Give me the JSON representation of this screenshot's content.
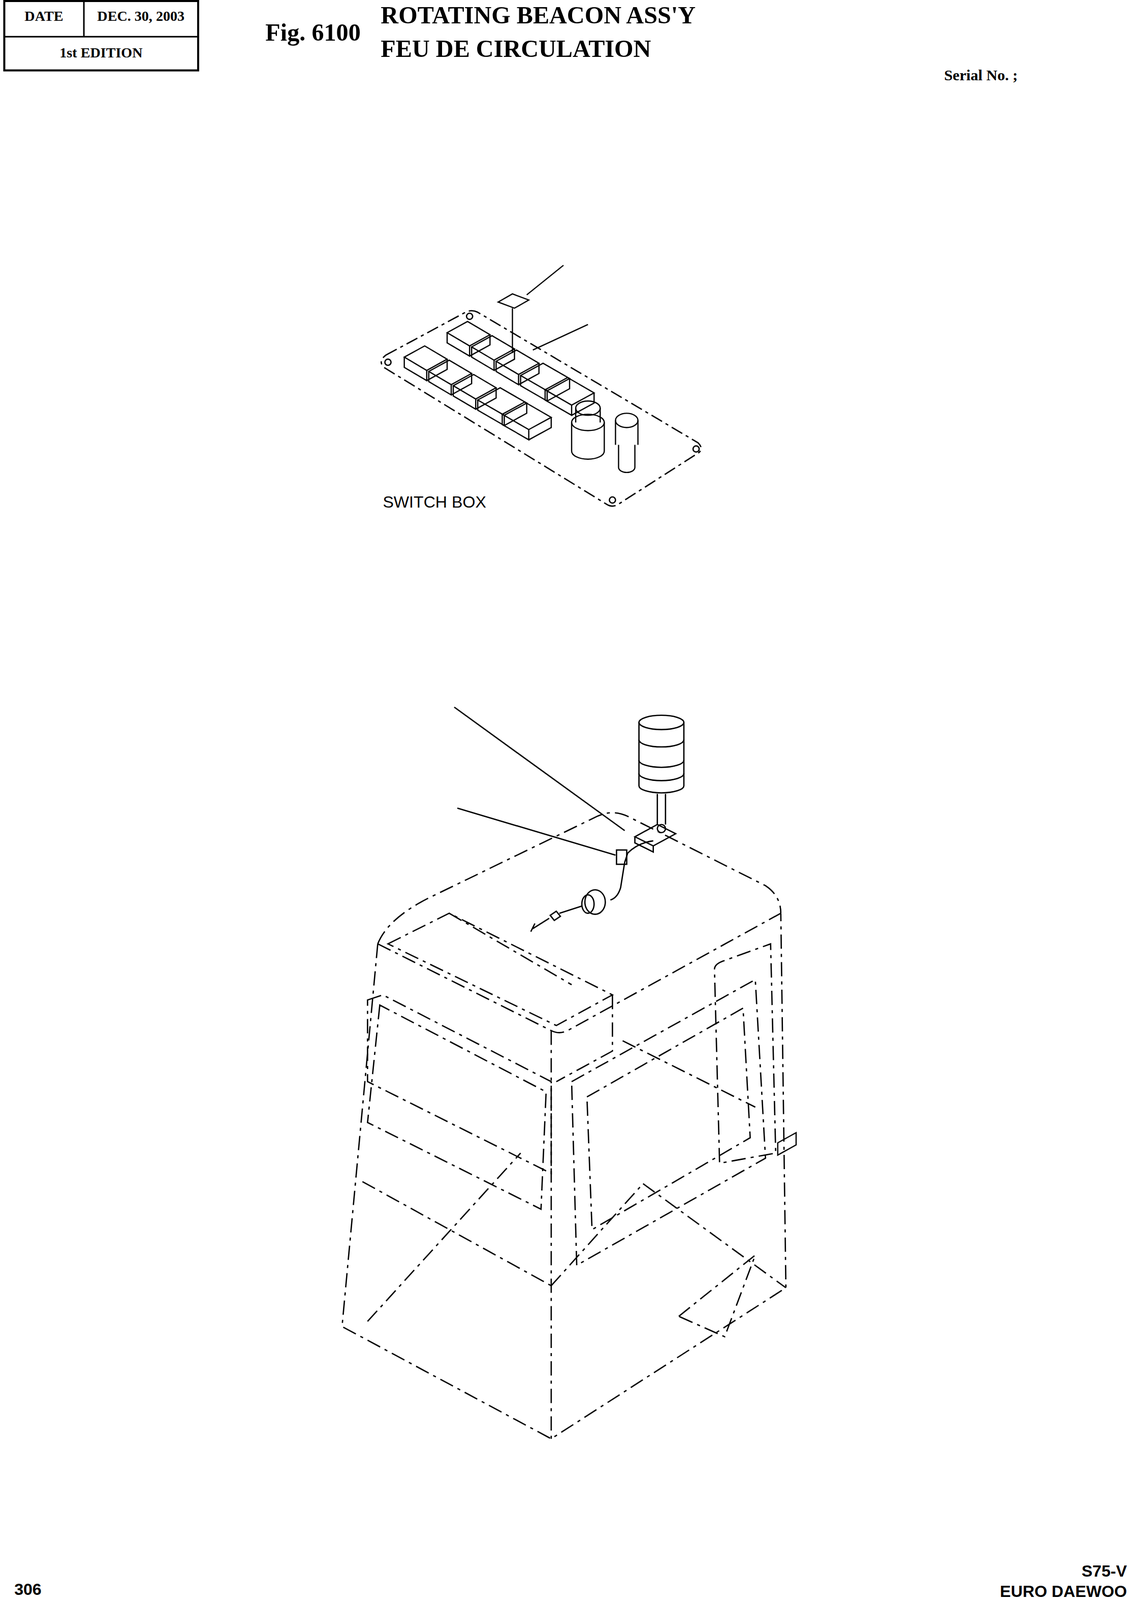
{
  "diagram": {
    "title": "ROTATING BEACON ASS'Y",
    "labels": [
      "DATE",
      "DEC. 30, 2003",
      "1st EDITION",
      "Fig. 6100",
      "FEU DE CIRCULATION",
      "Serial No. ;",
      "SWITCH BOX",
      "306",
      "S75-V",
      "EURO DAEWOO"
    ]
  }
}
